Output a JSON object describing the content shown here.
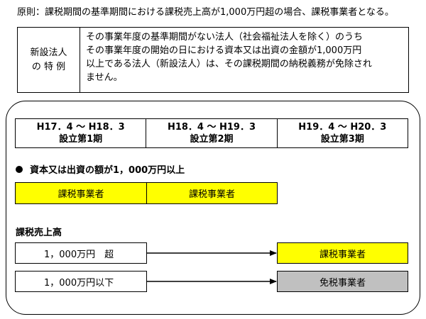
{
  "principle": "原則：課税期間の基準期間における課税売上高が1,000万円超の場合、課税事業者となる。",
  "rule": {
    "title_line1": "新設法人",
    "title_line2": "の 特 例",
    "body_lines": [
      "その事業年度の基準期間がない法人（社会福祉法人を除く）のうち",
      "その事業年度の開始の日における資本又は出資の金額が1,000万円",
      "以上である法人（新設法人）は、その課税期間の納税義務が免除され",
      "ません。"
    ]
  },
  "periods": [
    {
      "range": "H17．4 ～ H18．3",
      "label": "設立第1期"
    },
    {
      "range": "H18．4 ～ H19．3",
      "label": "設立第2期"
    },
    {
      "range": "H19．4 ～ H20．3",
      "label": "設立第3期"
    }
  ],
  "capital_condition": "資本又は出資の額が1，000万円以上",
  "capital_boxes": [
    "課税事業者",
    "課税事業者"
  ],
  "sales_label": "課税売上高",
  "sales_rows": [
    {
      "condition": "1，000万円　超",
      "result": "課税事業者",
      "color": "#ffff00"
    },
    {
      "condition": "1，000万円以下",
      "result": "免税事業者",
      "color": "#c0c0c0"
    }
  ],
  "colors": {
    "taxable": "#ffff00",
    "exempt": "#c0c0c0"
  }
}
